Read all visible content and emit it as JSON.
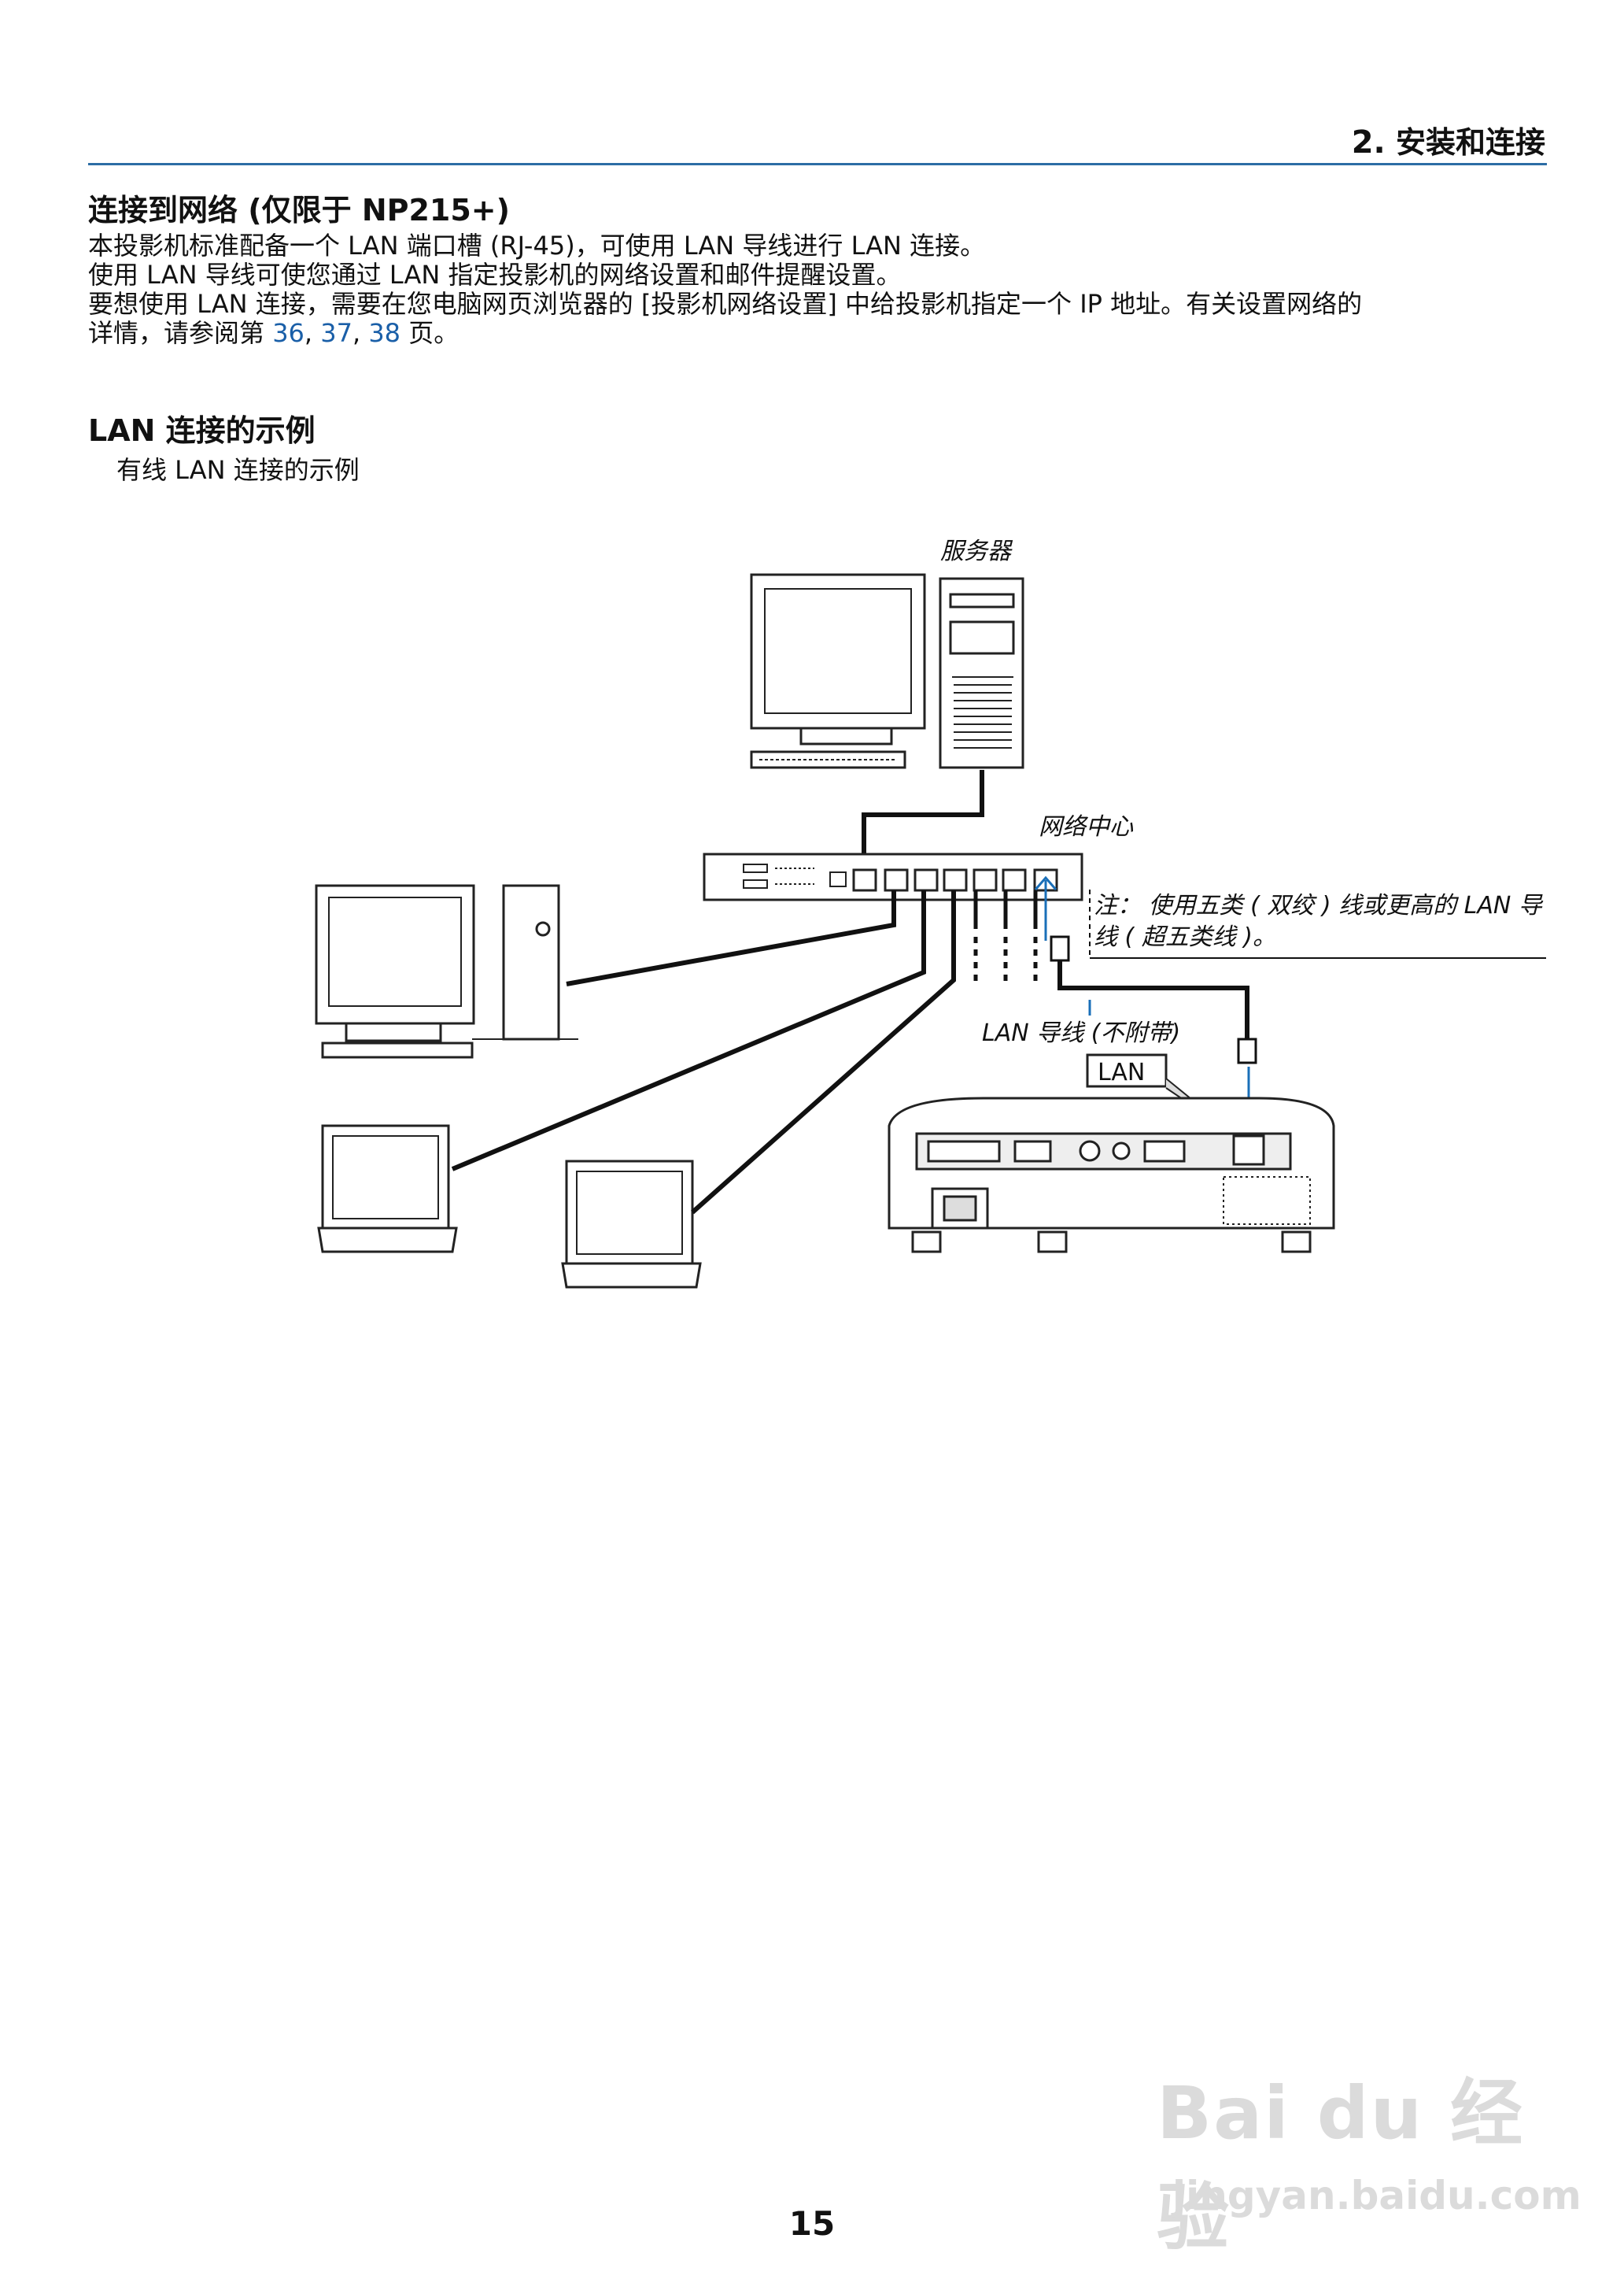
{
  "header": {
    "chapter_num": "2.",
    "chapter_title": "安装和连接"
  },
  "section": {
    "title": "连接到网络 (仅限于 NP215+)",
    "lines": [
      "本投影机标准配备一个 LAN 端口槽 (RJ-45)，可使用 LAN 导线进行 LAN 连接。",
      "使用 LAN 导线可使您通过 LAN 指定投影机的网络设置和邮件提醒设置。",
      "要想使用 LAN 连接，需要在您电脑网页浏览器的 [投影机网络设置] 中给投影机指定一个 IP 地址。有关设置网络的"
    ],
    "ref_prefix": "详情，请参阅第 ",
    "refs": [
      "36",
      "37",
      "38"
    ],
    "ref_sep": ", ",
    "ref_suffix": " 页。"
  },
  "example": {
    "title": "LAN 连接的示例",
    "subtitle": "有线 LAN 连接的示例"
  },
  "figure": {
    "server_label": "服务器",
    "hub_label": "网络中心",
    "note_line1": "注： 使用五类 ( 双绞 ) 线或更高的 LAN 导",
    "note_line2": "线 ( 超五类线 )。",
    "cable_label": "LAN 导线 (不附带)",
    "port_label": "LAN"
  },
  "page_number": "15",
  "watermark": {
    "logo_text": "Bai du 经验",
    "url_text": "jingyan.baidu.com"
  },
  "colors": {
    "accent": "#2c6da5",
    "link": "#1a5fa8"
  }
}
